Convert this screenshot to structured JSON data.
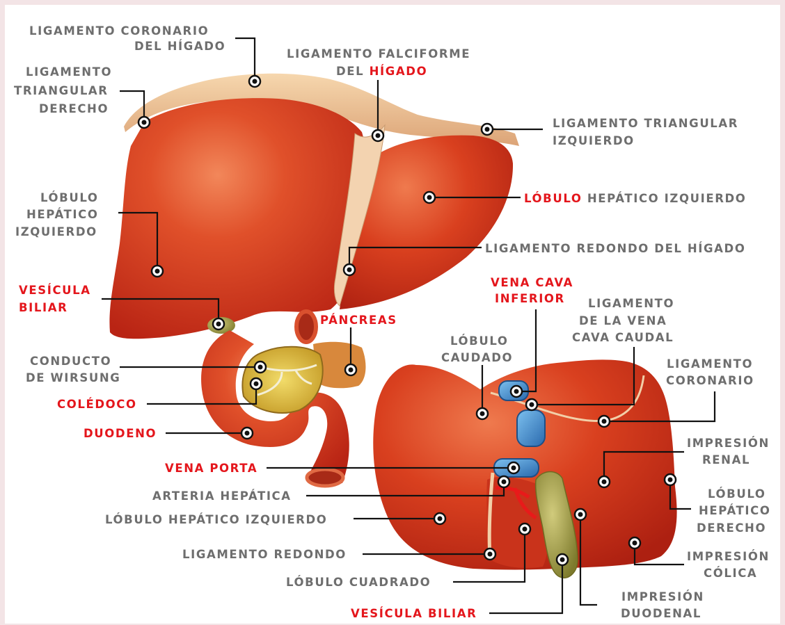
{
  "colors": {
    "background_frame": "#f3e4e6",
    "label_gray": "#6e6e6e",
    "label_red": "#e4161c",
    "liver": "#d9381e",
    "ligament": "#f0c99a",
    "gallbladder": "#a7a24c",
    "vein": "#3a82c4",
    "pancreas": "#d9b53a"
  },
  "labels": {
    "lig_coronario_higado_1": "LIGAMENTO CORONARIO",
    "lig_coronario_higado_2": "DEL HÍGADO",
    "lig_triangular_der_1": "LIGAMENTO",
    "lig_triangular_der_2": "TRIANGULAR",
    "lig_triangular_der_3": "DERECHO",
    "lig_falciforme_1": "LIGAMENTO FALCIFORME",
    "lig_falciforme_2a": "DEL ",
    "lig_falciforme_2b": "HÍGADO",
    "lig_triangular_izq_1": "LIGAMENTO TRIANGULAR",
    "lig_triangular_izq_2": "IZQUIERDO",
    "lobulo_hep_izq_left_1": "LÓBULO",
    "lobulo_hep_izq_left_2": "HEPÁTICO",
    "lobulo_hep_izq_left_3": "IZQUIERDO",
    "lobulo_hep_izq_right_a": "LÓBULO",
    "lobulo_hep_izq_right_b": " HEPÁTICO IZQUIERDO",
    "lig_redondo_higado": "LIGAMENTO REDONDO DEL HÍGADO",
    "vesicula_biliar_top_1": "VESÍCULA",
    "vesicula_biliar_top_2": "BILIAR",
    "vena_cava_inferior_1": "VENA CAVA",
    "vena_cava_inferior_2": "INFERIOR",
    "lig_vena_cava_1": "LIGAMENTO",
    "lig_vena_cava_2": "DE LA VENA",
    "lig_vena_cava_3": "CAVA CAUDAL",
    "pancreas": "PÁNCREAS",
    "lobulo_caudado_1": "LÓBULO",
    "lobulo_caudado_2": "CAUDADO",
    "conducto_wirsung_1": "CONDUCTO",
    "conducto_wirsung_2": "DE WIRSUNG",
    "lig_coronario_1": "LIGAMENTO",
    "lig_coronario_2": "CORONARIO",
    "coledoco": "COLÉDOCO",
    "duodeno": "DUODENO",
    "impresion_renal_1": "IMPRESIÓN",
    "impresion_renal_2": "RENAL",
    "vena_porta": "VENA PORTA",
    "arteria_hepatica": "ARTERIA HEPÁTICA",
    "lobulo_hep_der_1": "LÓBULO",
    "lobulo_hep_der_2": "HEPÁTICO",
    "lobulo_hep_der_3": "DERECHO",
    "lobulo_hep_izq_bottom": "LÓBULO HEPÁTICO IZQUIERDO",
    "lig_redondo": "LIGAMENTO REDONDO",
    "impresion_colica_1": "IMPRESIÓN",
    "impresion_colica_2": "CÓLICA",
    "lobulo_cuadrado": "LÓBULO CUADRADO",
    "impresion_duodenal_1": "IMPRESIÓN",
    "impresion_duodenal_2": "DUODENAL",
    "vesicula_biliar_bottom": "VESÍCULA BILIAR"
  }
}
